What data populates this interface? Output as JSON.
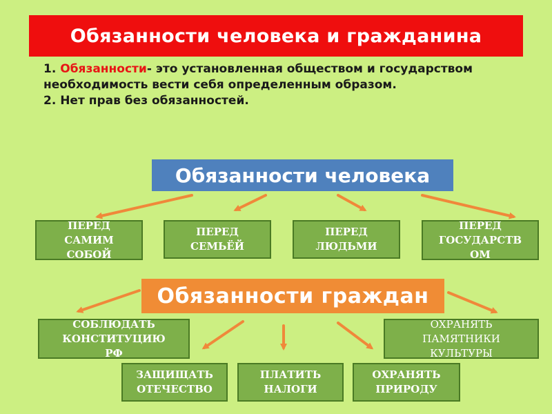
{
  "title": "Обязанности человека и гражданина",
  "definition": {
    "line1_prefix": "1. ",
    "line1_term": "Обязанности",
    "line1_rest": "- это установленная обществом и государством необходимость вести себя определенным образом.",
    "line2": "2. Нет прав без обязанностей."
  },
  "person_duties": {
    "header": "Обязанности человека",
    "items": [
      {
        "label": "ПЕРЕД\nСАМИМ\nСОБОЙ"
      },
      {
        "label": "ПЕРЕД\nСЕМЬЁЙ"
      },
      {
        "label": "ПЕРЕД\nЛЮДЬМИ"
      },
      {
        "label": "ПЕРЕД\nГОСУДАРСТВ\nОМ"
      }
    ]
  },
  "citizen_duties": {
    "header": "Обязанности   граждан",
    "items": [
      {
        "label": "СОБЛЮДАТЬ\nКОНСТИТУЦИЮ\nРФ"
      },
      {
        "label": "ОХРАНЯТЬ\nПАМЯТНИКИ\nКУЛЬТУРЫ"
      },
      {
        "label": "ЗАЩИЩАТЬ\nОТЕЧЕСТВО"
      },
      {
        "label": "ПЛАТИТЬ\nНАЛОГИ"
      },
      {
        "label": "ОХРАНЯТЬ\nПРИРОДУ"
      }
    ]
  },
  "colors": {
    "background": "#ccef82",
    "title_bar": "#ef0e0e",
    "blue_header": "#4f81bd",
    "orange_header": "#f08c35",
    "box_fill": "#7eb04a",
    "arrow": "#f0883a"
  }
}
